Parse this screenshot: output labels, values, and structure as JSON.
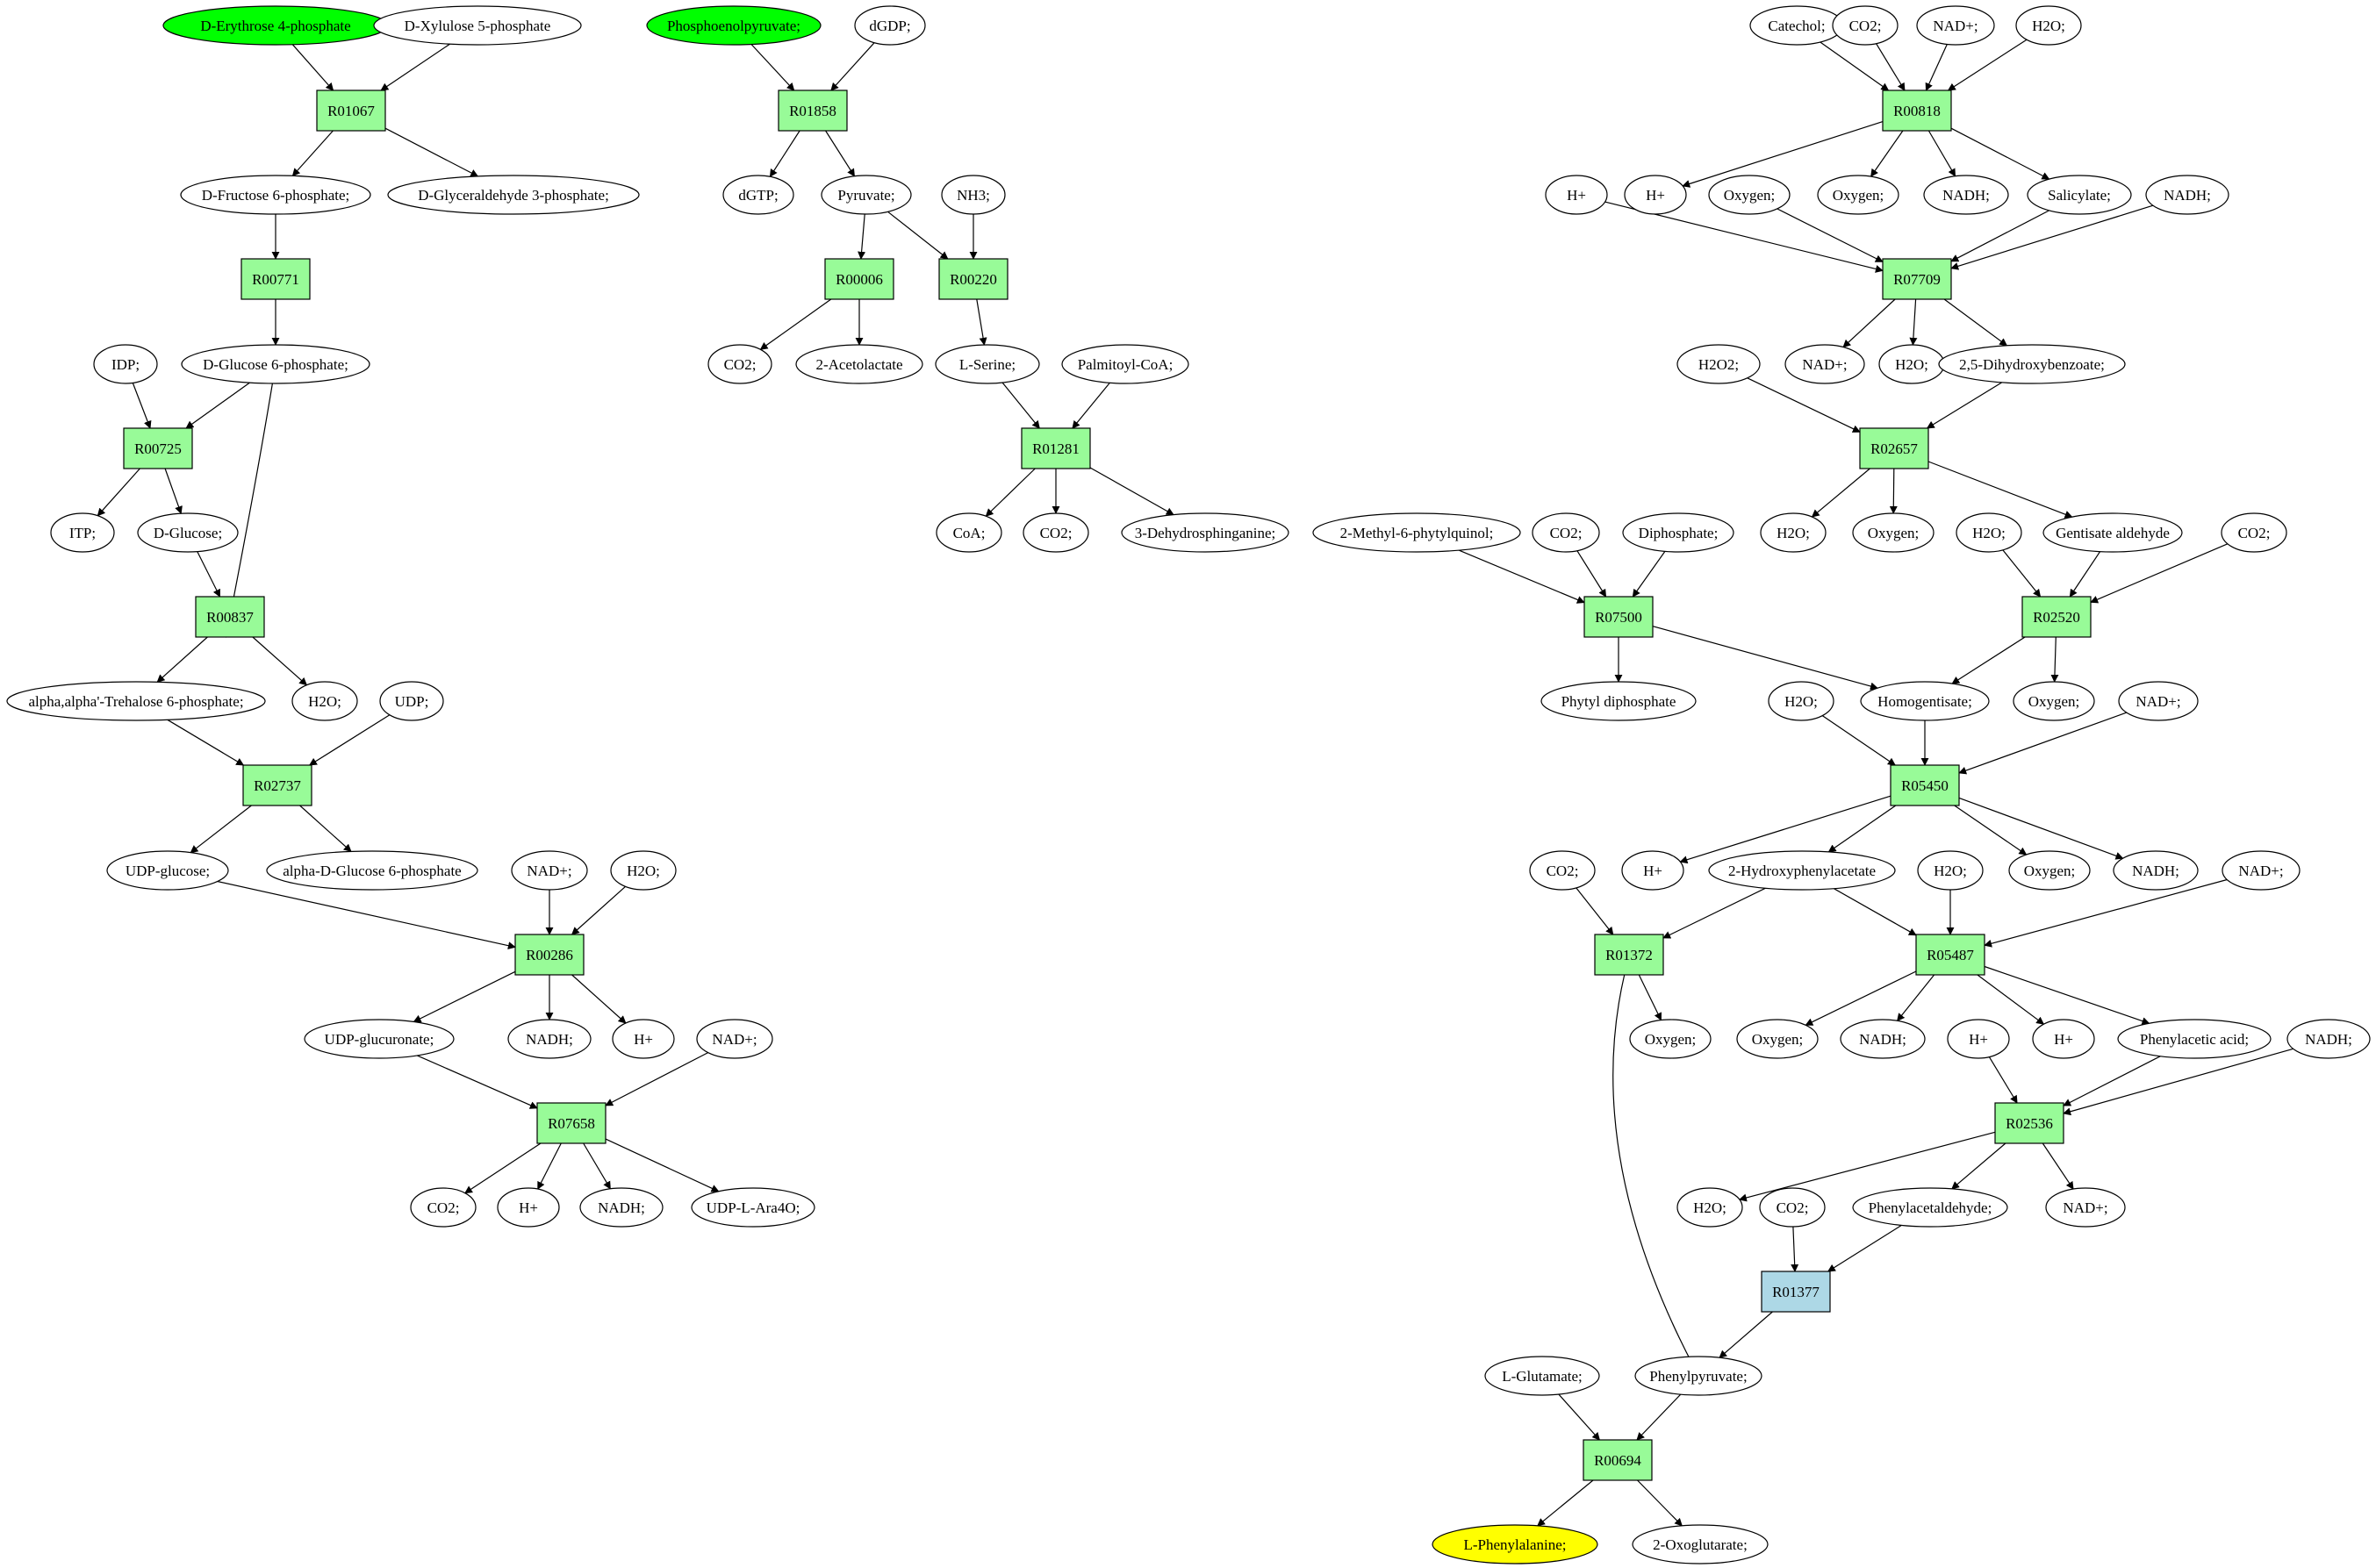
{
  "colors": {
    "reaction": "#98fb98",
    "reaction_highlight": "#add8e6",
    "metabolite": "#ffffff",
    "source": "#00ff00",
    "target": "#ffff00",
    "edge": "#000000"
  },
  "metabolites": {
    "m1": "D-Erythrose 4-phosphate",
    "m2": "D-Xylulose 5-phosphate",
    "m3": "D-Fructose 6-phosphate;",
    "m4": "D-Glyceraldehyde 3-phosphate;",
    "m5": "IDP;",
    "m6": "D-Glucose 6-phosphate;",
    "m7": "ITP;",
    "m8": "D-Glucose;",
    "m9": "alpha,alpha'-Trehalose 6-phosphate;",
    "m10": "H2O;",
    "m11": "UDP;",
    "m12": "UDP-glucose;",
    "m13": "alpha-D-Glucose 6-phosphate",
    "m14": "NAD+;",
    "m15": "H2O;",
    "m16": "UDP-glucuronate;",
    "m17": "NADH;",
    "m18": "H+",
    "m19": "NAD+;",
    "m20": "CO2;",
    "m21": "H+",
    "m22": "NADH;",
    "m23": "UDP-L-Ara4O;",
    "m24": "Phosphoenolpyruvate;",
    "m25": "dGDP;",
    "m26": "dGTP;",
    "m27": "Pyruvate;",
    "m28": "NH3;",
    "m29": "CO2;",
    "m30": "2-Acetolactate",
    "m31": "L-Serine;",
    "m32": "Palmitoyl-CoA;",
    "m33": "CoA;",
    "m34": "CO2;",
    "m35": "3-Dehydrosphinganine;",
    "m36": "Catechol;",
    "m37": "CO2;",
    "m38": "NAD+;",
    "m39": "H2O;",
    "m40": "H+",
    "m41": "H+",
    "m42": "Oxygen;",
    "m43": "Oxygen;",
    "m44": "NADH;",
    "m45": "Salicylate;",
    "m46": "NADH;",
    "m47": "H2O2;",
    "m48": "NAD+;",
    "m49": "H2O;",
    "m50": "2,5-Dihydroxybenzoate;",
    "m51": "2-Methyl-6-phytylquinol;",
    "m52": "CO2;",
    "m53": "Diphosphate;",
    "m54": "H2O;",
    "m55": "Oxygen;",
    "m56": "H2O;",
    "m57": "Gentisate aldehyde",
    "m58": "CO2;",
    "m59": "Phytyl diphosphate",
    "m60": "H2O;",
    "m61": "Homogentisate;",
    "m62": "Oxygen;",
    "m63": "NAD+;",
    "m64": "CO2;",
    "m65": "H+",
    "m66": "2-Hydroxyphenylacetate",
    "m67": "H2O;",
    "m68": "Oxygen;",
    "m69": "NADH;",
    "m70": "NAD+;",
    "m71": "Oxygen;",
    "m72": "Oxygen;",
    "m73": "NADH;",
    "m74": "H+",
    "m75": "H+",
    "m76": "Phenylacetic acid;",
    "m77": "NADH;",
    "m78": "H2O;",
    "m79": "CO2;",
    "m80": "Phenylacetaldehyde;",
    "m81": "NAD+;",
    "m82": "L-Glutamate;",
    "m83": "Phenylpyruvate;",
    "m84": "L-Phenylalanine;",
    "m85": "2-Oxoglutarate;"
  },
  "reactions": {
    "r1": "R01067",
    "r2": "R00771",
    "r3": "R00725",
    "r4": "R00837",
    "r5": "R02737",
    "r6": "R00286",
    "r7": "R07658",
    "r8": "R01858",
    "r9": "R00006",
    "r10": "R00220",
    "r11": "R01281",
    "r12": "R00818",
    "r13": "R07709",
    "r14": "R02657",
    "r15": "R07500",
    "r16": "R02520",
    "r17": "R05450",
    "r18": "R01372",
    "r19": "R05487",
    "r20": "R02536",
    "r21": "R01377",
    "r22": "R00694"
  }
}
